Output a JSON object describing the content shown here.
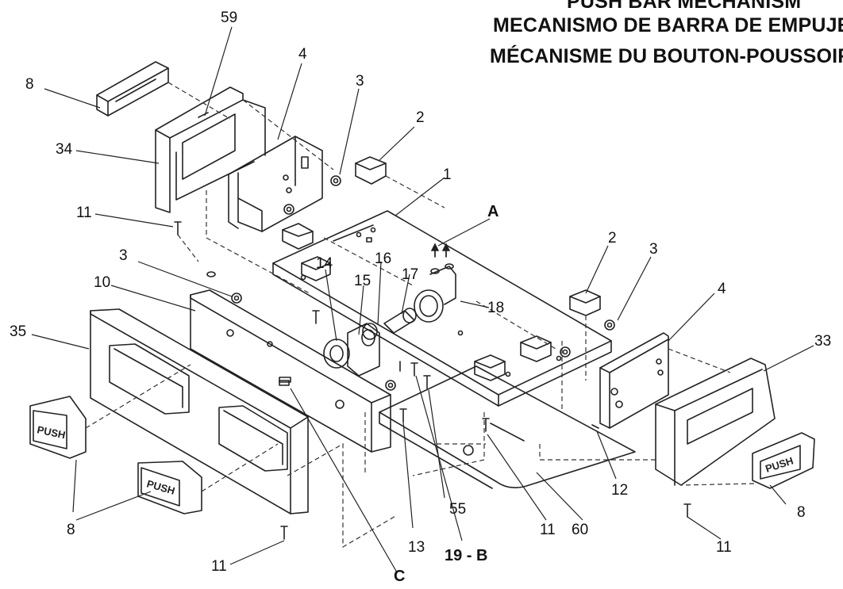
{
  "title": {
    "line1": "PUSH BAR MECHANISM",
    "line2": "MECANISMO DE BARRA DE EMPUJE",
    "line3": "MÉCANISME DU BOUTON-POUSSOIR"
  },
  "push_label": "PUSH",
  "callouts": {
    "c59": "59",
    "c4a": "4",
    "c3a": "3",
    "c8a": "8",
    "c2a": "2",
    "c34": "34",
    "c1": "1",
    "cA": "A",
    "c11a": "11",
    "c3b": "3",
    "c14": "14",
    "c16": "16",
    "c17": "17",
    "c15": "15",
    "c10": "10",
    "c18": "18",
    "c2b": "2",
    "c3c": "3",
    "c4b": "4",
    "c35": "35",
    "c33": "33",
    "c12": "12",
    "c8b": "8",
    "c55": "55",
    "c8c": "8",
    "c13": "13",
    "c19b": "19 - B",
    "c11b": "11",
    "c60": "60",
    "c11c": "11",
    "c11d": "11",
    "cC": "C"
  }
}
